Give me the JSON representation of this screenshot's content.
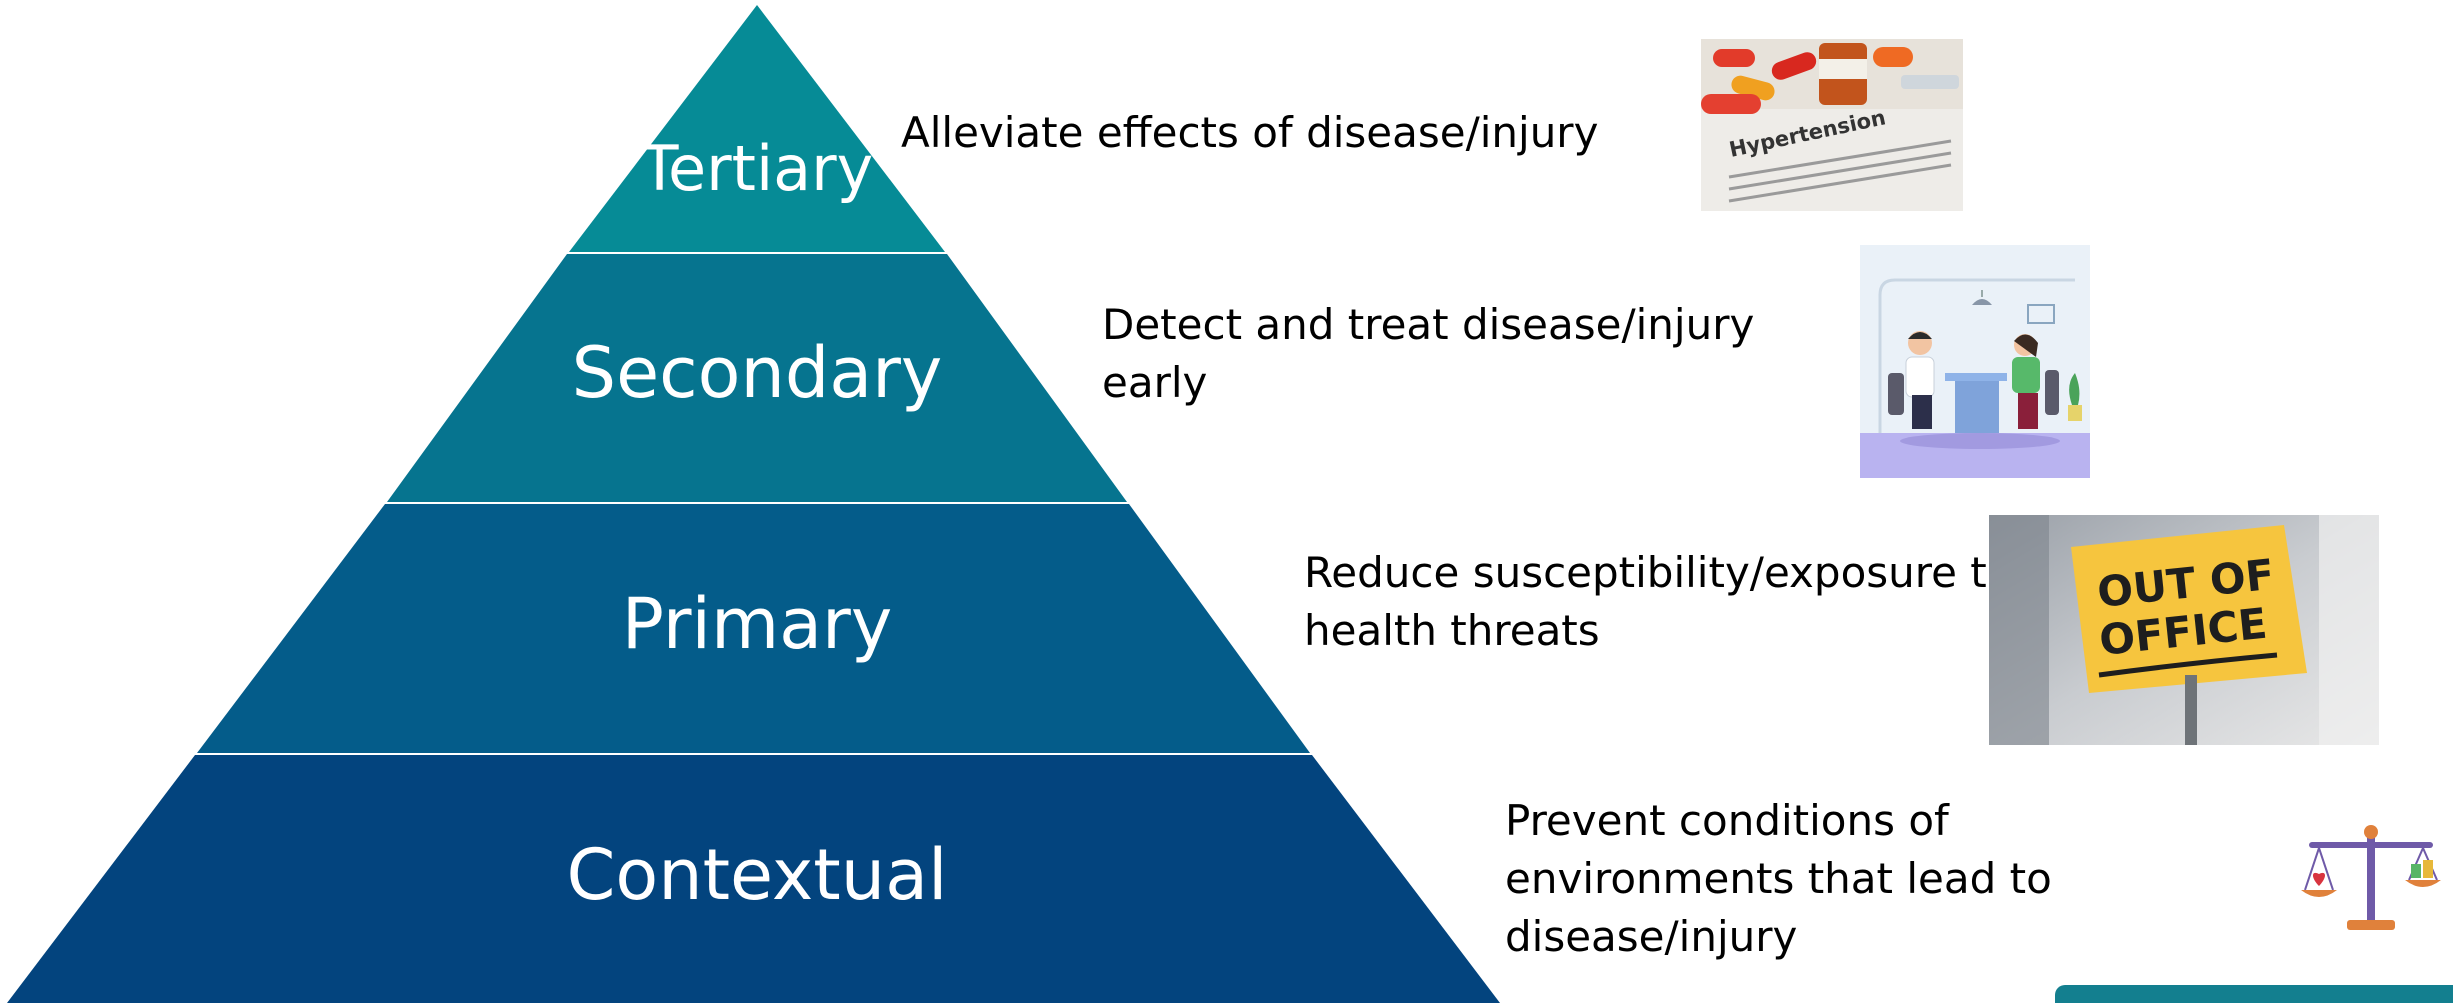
{
  "colors": {
    "tier_tertiary": "#068b96",
    "tier_secondary": "#06748f",
    "tier_primary": "#045c8a",
    "tier_contextual": "#03447e",
    "tier_label": "#ffffff",
    "description_text": "#000000"
  },
  "pyramid": {
    "tiers": [
      {
        "label": "Tertiary",
        "description": [
          "Alleviate effects of disease/injury"
        ],
        "image": "hypertension-pills-photo"
      },
      {
        "label": "Secondary",
        "description": [
          "Detect and treat disease/injury",
          "early"
        ],
        "image": "doctor-consultation-illustration"
      },
      {
        "label": "Primary",
        "description": [
          "Reduce susceptibility/exposure to",
          "health threats"
        ],
        "image": "out-of-office-note-photo"
      },
      {
        "label": "Contextual",
        "description": [
          "Prevent conditions of",
          "environments that lead to",
          "disease/injury"
        ],
        "image": "balance-scale-icon"
      }
    ]
  },
  "images": {
    "hypertension_text": "Hypertension",
    "out_of_office_line1": "OUT OF",
    "out_of_office_line2": "OFFICE"
  }
}
